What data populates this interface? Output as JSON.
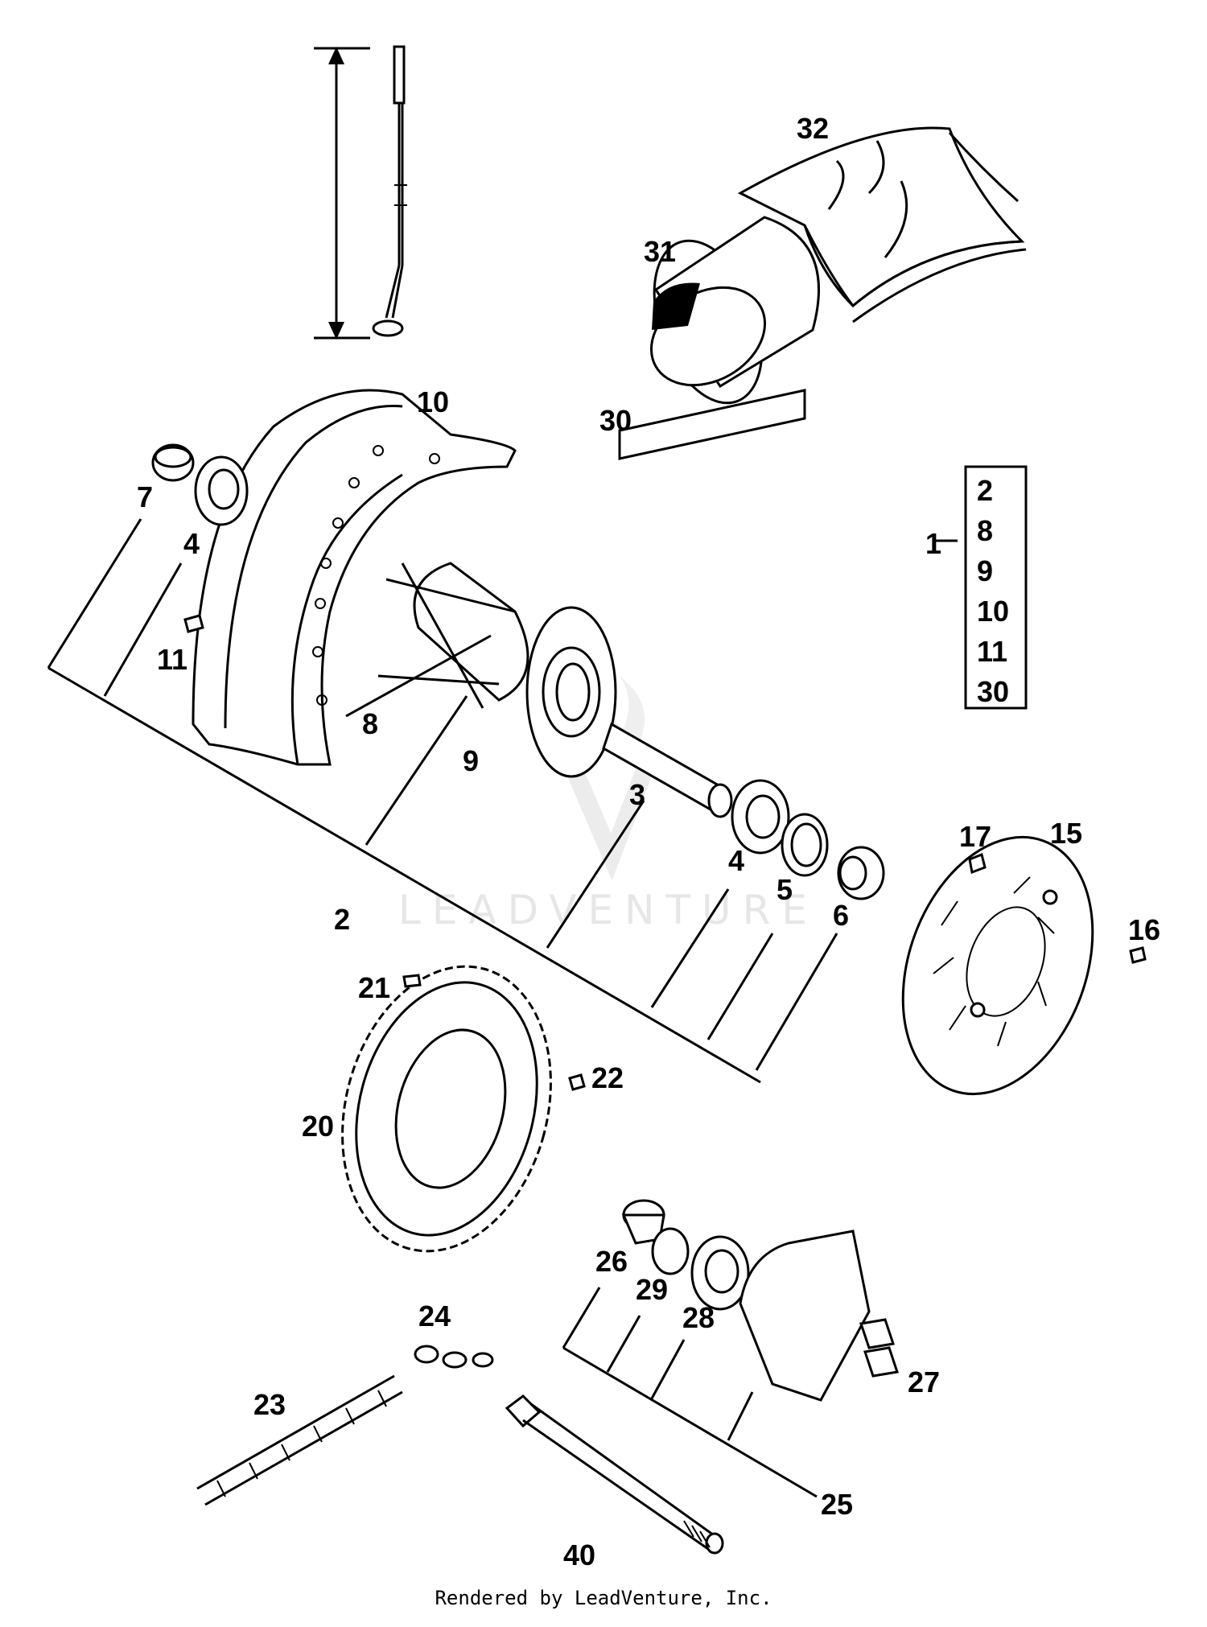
{
  "diagram": {
    "callouts": {
      "c1": "1",
      "c2": "2",
      "c3": "3",
      "c4a": "4",
      "c4b": "4",
      "c5": "5",
      "c6": "6",
      "c7": "7",
      "c8": "8",
      "c9": "9",
      "c10": "10",
      "c11": "11",
      "c15": "15",
      "c16": "16",
      "c17": "17",
      "c20": "20",
      "c21": "21",
      "c22": "22",
      "c23": "23",
      "c24": "24",
      "c25": "25",
      "c26": "26",
      "c27": "27",
      "c28": "28",
      "c29": "29",
      "c30": "30",
      "c31": "31",
      "c32": "32",
      "c40": "40"
    },
    "kit_contents": [
      "2",
      "8",
      "9",
      "10",
      "11",
      "30"
    ],
    "watermark": "LEADVENTURE"
  },
  "footer": {
    "text": "Rendered by LeadVenture, Inc."
  }
}
